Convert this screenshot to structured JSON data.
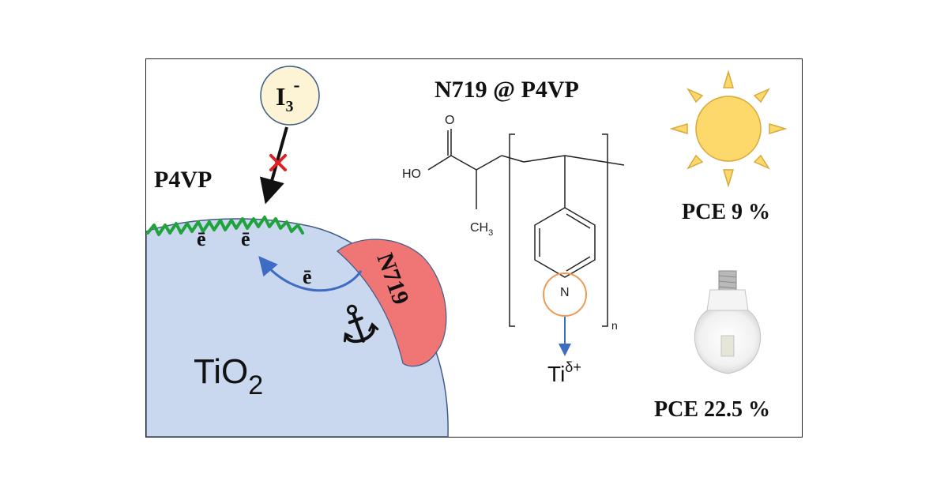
{
  "title": "N719 @ P4VP",
  "polymer_label": "P4VP",
  "electrolyte": {
    "base": "I",
    "sub": "3",
    "sup": "-"
  },
  "electron_symbol": "ē",
  "dye_label": "N719",
  "substrate": {
    "base": "TiO",
    "sub": "2"
  },
  "molecule": {
    "hydroxyl": "HO",
    "oxygen": "O",
    "methyl": "CH",
    "methyl_sub": "3",
    "nitrogen": "N",
    "repeat": "n"
  },
  "metal": {
    "base": "Ti",
    "sup": "δ+"
  },
  "sun_pce": "PCE 9 %",
  "bulb_pce": "PCE 22.5 %",
  "colors": {
    "tio2": "#c9d7ef",
    "tio2_stroke": "#3f5b8a",
    "polymer": "#1fa33a",
    "dye": "#f07575",
    "electrolyte": "#fdf4d6",
    "arrow_blue": "#3d6cc2",
    "block_red": "#e02020",
    "sun_fill": "#fcd96a",
    "sun_stroke": "#d8a93c",
    "ring_orange": "#ee9a55"
  },
  "icons": [
    "anchor-icon",
    "sun-icon",
    "light-bulb-icon",
    "cross-icon"
  ]
}
